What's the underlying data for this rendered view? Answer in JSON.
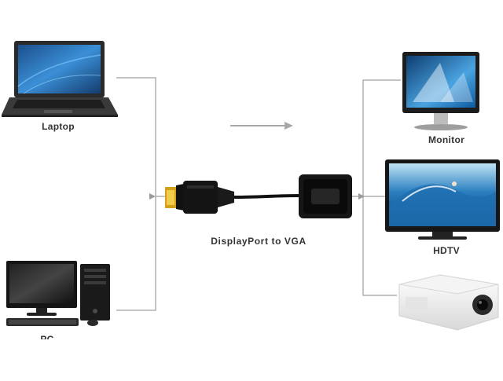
{
  "diagram": {
    "center_label": "DisplayPort to VGA",
    "sources": [
      {
        "name": "laptop",
        "label": "Laptop"
      },
      {
        "name": "pc",
        "label": "PC"
      }
    ],
    "outputs": [
      {
        "name": "monitor",
        "label": "Monitor"
      },
      {
        "name": "hdtv",
        "label": "HDTV"
      },
      {
        "name": "projector",
        "label": ""
      }
    ],
    "colors": {
      "line": "#b0b0b0",
      "arrow": "#9a9a9a",
      "device_dark": "#1c1c1c",
      "screen_blue": "#2a6fb5",
      "connector_gold": "#d4a017"
    }
  }
}
